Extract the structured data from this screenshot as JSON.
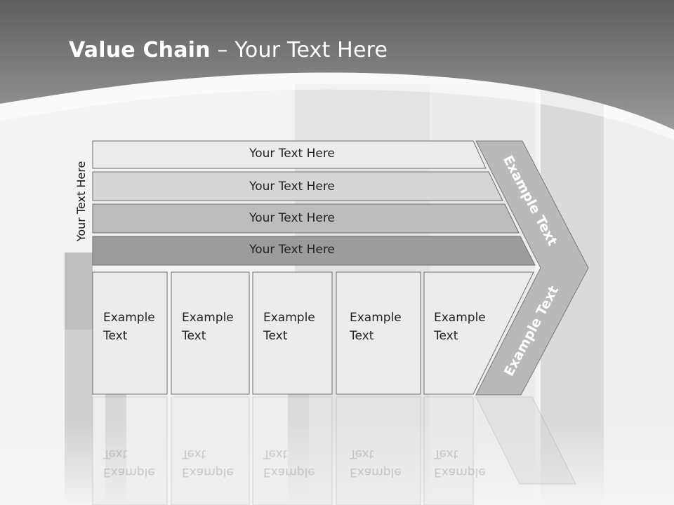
{
  "title": {
    "bold": "Value Chain",
    "rest": " – Your Text Here"
  },
  "side_label": "Your Text Here",
  "bars": [
    {
      "label": "Your Text Here",
      "fill": "#ececec"
    },
    {
      "label": "Your Text Here",
      "fill": "#d6d6d6"
    },
    {
      "label": "Your Text Here",
      "fill": "#bdbdbd"
    },
    {
      "label": "Your Text Here",
      "fill": "#9c9c9c"
    }
  ],
  "boxes": [
    {
      "line1": "Example",
      "line2": "Text"
    },
    {
      "line1": "Example",
      "line2": "Text"
    },
    {
      "line1": "Example",
      "line2": "Text"
    },
    {
      "line1": "Example",
      "line2": "Text"
    },
    {
      "line1": "Example",
      "line2": "Text"
    }
  ],
  "arrow": {
    "upper": "Example Text",
    "lower": "Example Text"
  },
  "colors": {
    "header": "#8a8a8a",
    "arrow": "#b9b9b9",
    "box_fill": "#ececec",
    "border": "#6e6e6e"
  }
}
